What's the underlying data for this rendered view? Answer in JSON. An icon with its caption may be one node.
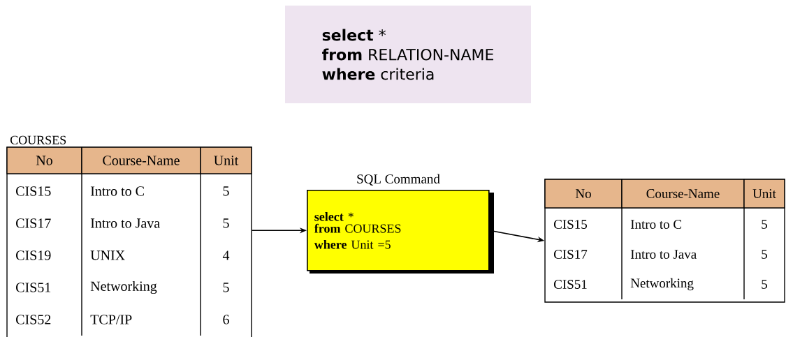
{
  "diagram": {
    "nodes": [
      {
        "text": [
          "**select**    *",
          "**from** RELATION-NAME",
          "**where**   criteria"
        ]
      },
      {
        "text": [
          "COURSES",
          "No",
          "Course-Name",
          "Unit",
          "CIS15",
          "Intro to C",
          "5",
          "CIS17",
          "Intro to Java",
          "5",
          "CIS19",
          "UNIX",
          "4",
          "CIS51",
          "Networking",
          "5",
          "CIS52",
          "TCP/IP",
          "6"
        ]
      },
      {
        "text": [
          "SQL Command",
          "**select**  *",
          "**from**  COURSES",
          "**where** Unit =5"
        ]
      },
      {
        "text": [
          "No",
          "Course-Name",
          "Unit",
          "CIS15",
          "Intro to C",
          "5",
          "CIS17",
          "Intro to Java",
          "5",
          "CIS51",
          "Networking",
          "5"
        ]
      }
    ],
    "edges": [
      {
        "from": 1,
        "to": 2,
        "arrow": "to"
      },
      {
        "from": 2,
        "to": 3,
        "arrow": "to"
      }
    ]
  }
}
